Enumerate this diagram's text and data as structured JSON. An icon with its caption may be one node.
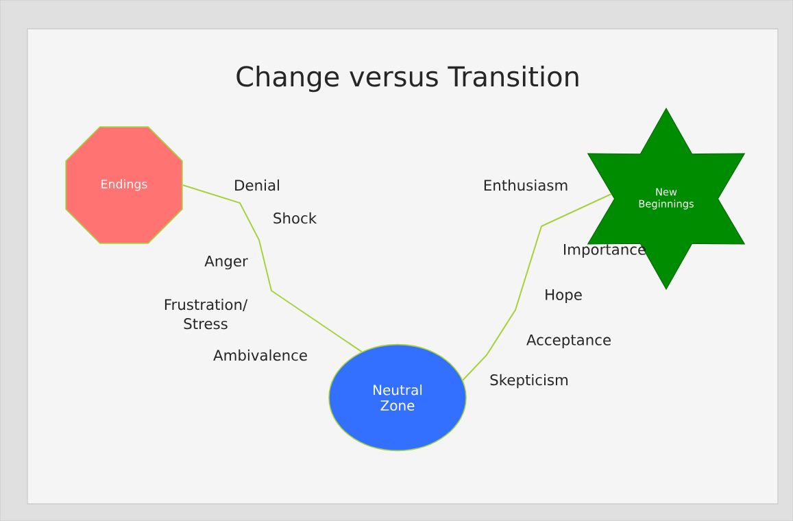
{
  "diagram": {
    "title": "Change versus Transition",
    "nodes": [
      {
        "text": [
          "Endings"
        ]
      },
      {
        "text": [
          "Neutral Zone"
        ]
      },
      {
        "text": [
          "New Beginnings"
        ]
      }
    ],
    "edges": [
      {
        "from": 0,
        "to": 1,
        "arrow": "none"
      },
      {
        "from": 1,
        "to": 2,
        "arrow": "none"
      }
    ],
    "labels": [
      "Denial",
      "Enthusiasm",
      "Shock",
      "Importance",
      "Anger",
      "Hope",
      "Frustration/ Stress",
      "Acceptance",
      "Ambivalence",
      "Skepticism"
    ]
  }
}
